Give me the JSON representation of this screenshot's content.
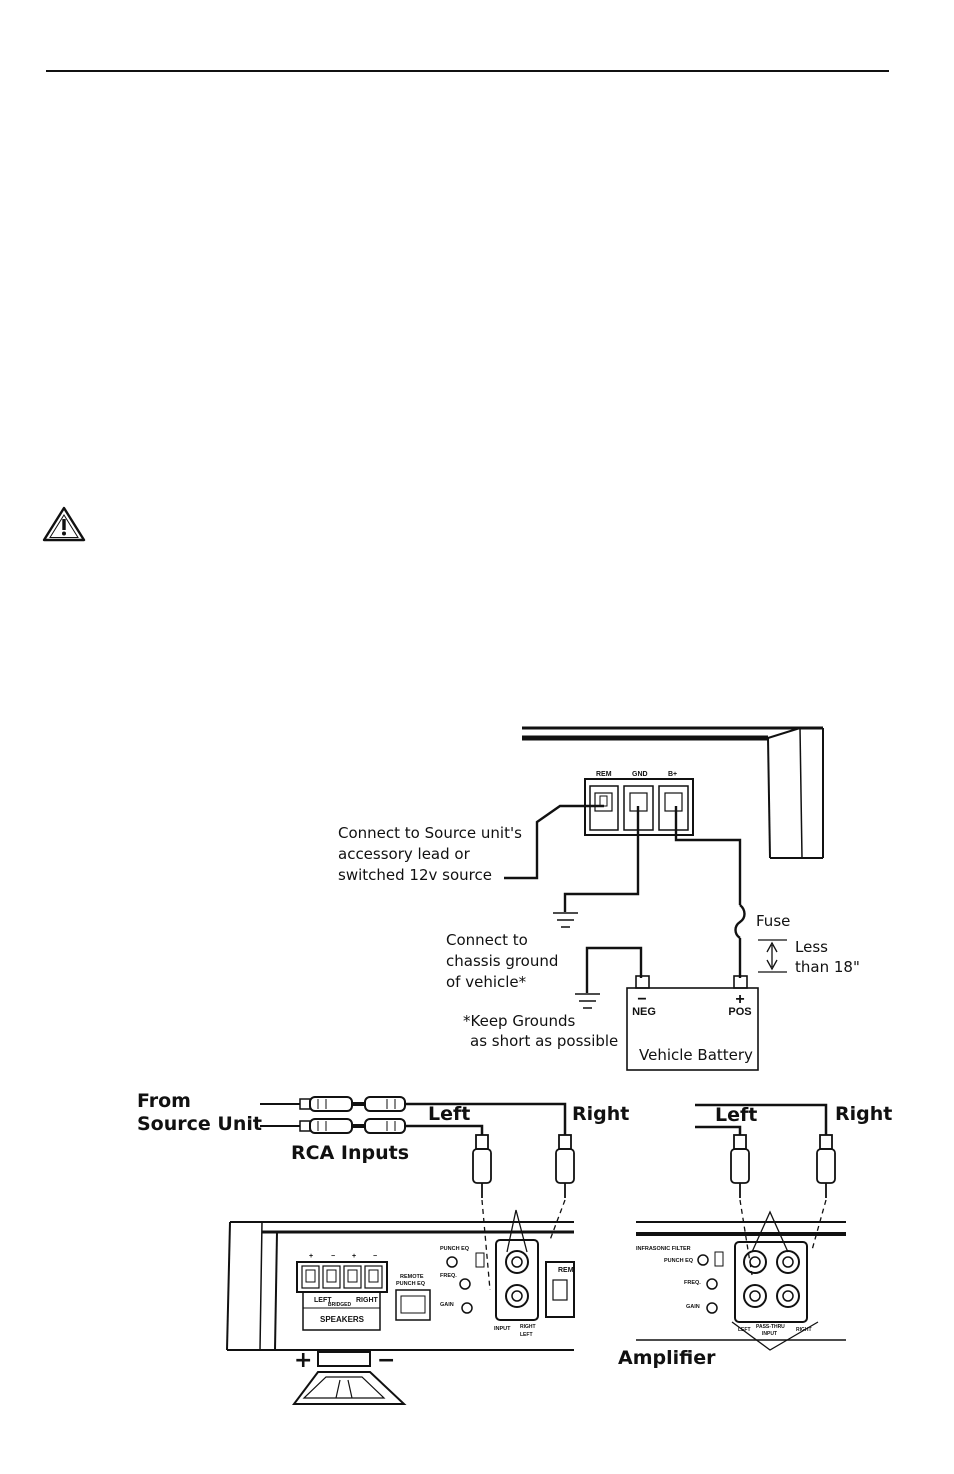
{
  "wiring": {
    "terminals": {
      "rem": "REM",
      "gnd": "GND",
      "bplus": "B+"
    },
    "remote_label": [
      "Connect to Source unit's",
      "accessory lead or",
      "switched 12v source"
    ],
    "ground_label": [
      "Connect to",
      "chassis ground",
      "of vehicle*"
    ],
    "keep_grounds": [
      "*Keep Grounds",
      "as short as possible"
    ],
    "fuse": "Fuse",
    "distance": [
      "Less",
      "than 18\""
    ],
    "battery": {
      "neg_sign": "−",
      "pos_sign": "+",
      "neg": "NEG",
      "pos": "POS",
      "label": "Vehicle Battery"
    }
  },
  "rca": {
    "from": [
      "From",
      "Source Unit"
    ],
    "inputs": "RCA Inputs",
    "left": "Left",
    "right": "Right",
    "left2": "Left",
    "right2": "Right",
    "amplifier": "Amplifier"
  },
  "amp_panel_a": {
    "speakers": "SPEAKERS",
    "bridged": "BRIDGED",
    "left": "LEFT",
    "right": "RIGHT",
    "remote_punch": [
      "REMOTE",
      "PUNCH EQ"
    ],
    "punch_eq": "PUNCH EQ",
    "freq": "FREQ.",
    "gain": "GAIN",
    "input": "INPUT",
    "input_right": "RIGHT",
    "input_left": "LEFT",
    "rem_short": "REM",
    "plus": "+",
    "minus": "−"
  },
  "amp_panel_b": {
    "infrasonic": "INFRASONIC FILTER",
    "punch_eq": "PUNCH EQ",
    "freq": "FREQ.",
    "gain": "GAIN",
    "left": "LEFT",
    "pass_thru": "PASS-THRU",
    "input": "INPUT",
    "right": "RIGHT"
  },
  "speaker_polarity": {
    "plus": "+",
    "minus": "−"
  }
}
